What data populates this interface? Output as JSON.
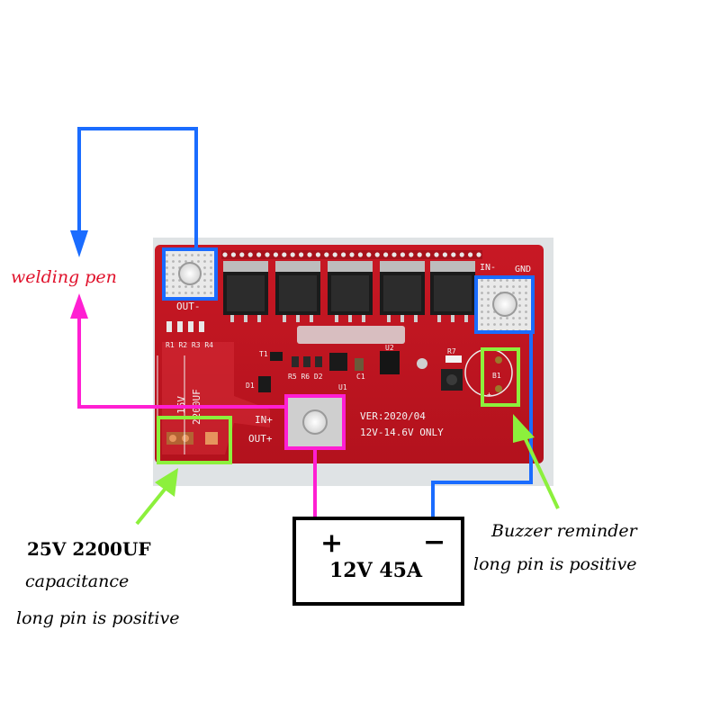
{
  "colors": {
    "blue_wire": "#1a6cff",
    "magenta_wire": "#ff1fd2",
    "callout": "#8cf03c",
    "pcb_red": "#d61e2a",
    "welding_label": "#e0102a",
    "battery_border": "#000000"
  },
  "board": {
    "out_minus": "OUT-",
    "in_minus": "IN-",
    "gnd": "GND",
    "in_plus": "IN+",
    "out_plus": "OUT+",
    "resistors_top": "R1 R2 R3 R4",
    "t1": "T1",
    "d1": "D1",
    "r5r6d2": "R5 R6 D2",
    "u1": "U1",
    "c1": "C1",
    "u2": "U2",
    "r7": "R7",
    "b1": "B1",
    "b1_plus": "+",
    "cap_marking_1": "16V",
    "cap_marking_2": "2200UF",
    "version": "VER:2020/04",
    "voltage_range": "12V-14.6V ONLY"
  },
  "labels": {
    "welding_pen": "welding pen",
    "capacitor_value": "25V 2200UF",
    "capacitor_word": "capacitance",
    "capacitor_note": "long pin is positive",
    "buzzer_title": "Buzzer reminder",
    "buzzer_note": "long pin is positive"
  },
  "battery": {
    "plus": "+",
    "minus": "−",
    "rating": "12V 45A"
  }
}
